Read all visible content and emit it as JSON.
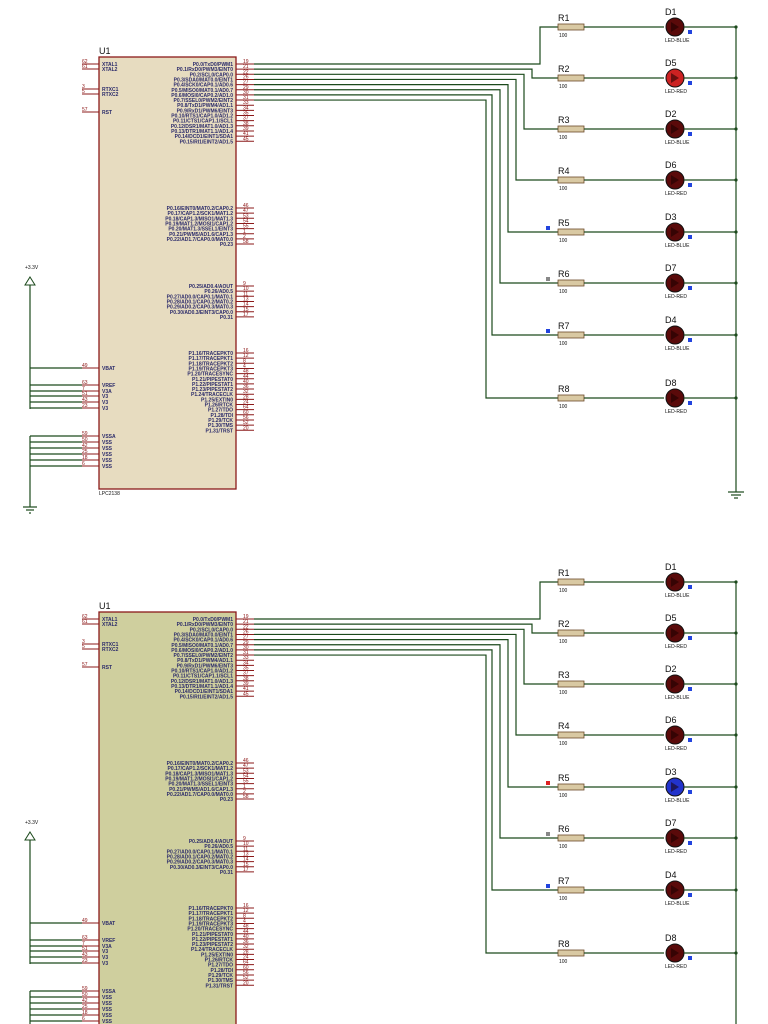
{
  "chip": {
    "ref": "U1",
    "part": "LPC2138",
    "left_pins": [
      {
        "name": "XTAL1",
        "num": "62"
      },
      {
        "name": "XTAL2",
        "num": "61"
      },
      {
        "name": "RTXC1",
        "num": "3"
      },
      {
        "name": "RTXC2",
        "num": "5"
      },
      {
        "name": "RST",
        "num": "57"
      },
      {
        "name": "VBAT",
        "num": "49"
      },
      {
        "name": "VREF",
        "num": "63"
      },
      {
        "name": "V3A",
        "num": "7"
      },
      {
        "name": "V3",
        "num": "51"
      },
      {
        "name": "V3",
        "num": "43"
      },
      {
        "name": "V3",
        "num": "23"
      },
      {
        "name": "VSSA",
        "num": "59"
      },
      {
        "name": "VSS",
        "num": "50"
      },
      {
        "name": "VSS",
        "num": "42"
      },
      {
        "name": "VSS",
        "num": "25"
      },
      {
        "name": "VSS",
        "num": "18"
      },
      {
        "name": "VSS",
        "num": "6"
      }
    ],
    "right_pins": [
      {
        "name": "P0.0/TxD0/PWM1",
        "num": "19"
      },
      {
        "name": "P0.1/RxD0/PWM3/EINT0",
        "num": "21"
      },
      {
        "name": "P0.2/SCL0/CAP0.0",
        "num": "22"
      },
      {
        "name": "P0.3/SDA0/MAT0.0/EINT1",
        "num": "26"
      },
      {
        "name": "P0.4/SCK0/CAP0.1/AD0.6",
        "num": "27"
      },
      {
        "name": "P0.5/MISO0/MAT0.1/AD0.7",
        "num": "29"
      },
      {
        "name": "P0.6/MOSI0/CAP0.2/AD1.0",
        "num": "30"
      },
      {
        "name": "P0.7/SSEL0/PWM2/EINT2",
        "num": "31"
      },
      {
        "name": "P0.8/TxD1/PWM4/AD1.1",
        "num": "33"
      },
      {
        "name": "P0.9/RxD1/PWM6/EINT3",
        "num": "34"
      },
      {
        "name": "P0.10/RTS1/CAP1.0/AD1.2",
        "num": "35"
      },
      {
        "name": "P0.11/CTS1/CAP1.1/SCL1",
        "num": "37"
      },
      {
        "name": "P0.12/DSR1/MAT1.0/AD1.3",
        "num": "38"
      },
      {
        "name": "P0.13/DTR1/MAT1.1/AD1.4",
        "num": "39"
      },
      {
        "name": "P0.14/DCD1/EINT1/SDA1",
        "num": "41"
      },
      {
        "name": "P0.15/RI1/EINT2/AD1.5",
        "num": "45"
      },
      {
        "name": "P0.16/EINT0/MAT0.2/CAP0.2",
        "num": "46"
      },
      {
        "name": "P0.17/CAP1.2/SCK1/MAT1.2",
        "num": "47"
      },
      {
        "name": "P0.18/CAP1.3/MISO1/MAT1.3",
        "num": "53"
      },
      {
        "name": "P0.19/MAT1.2/MOSI1/CAP1.2",
        "num": "54"
      },
      {
        "name": "P0.20/MAT1.3/SSEL1/EINT3",
        "num": "55"
      },
      {
        "name": "P0.21/PWM5/AD1.6/CAP1.3",
        "num": "1"
      },
      {
        "name": "P0.22/AD1.7/CAP0.0/MAT0.0",
        "num": "2"
      },
      {
        "name": "P0.23",
        "num": "58"
      },
      {
        "name": "P0.25/AD0.4/AOUT",
        "num": "9"
      },
      {
        "name": "P0.26/AD0.5",
        "num": "10"
      },
      {
        "name": "P0.27/AD0.0/CAP0.1/MAT0.1",
        "num": "11"
      },
      {
        "name": "P0.28/AD0.1/CAP0.2/MAT0.2",
        "num": "13"
      },
      {
        "name": "P0.29/AD0.2/CAP0.3/MAT0.3",
        "num": "14"
      },
      {
        "name": "P0.30/AD0.3/EINT3/CAP0.0",
        "num": "15"
      },
      {
        "name": "P0.31",
        "num": "17"
      },
      {
        "name": "P1.16/TRACEPKT0",
        "num": "16"
      },
      {
        "name": "P1.17/TRACEPKT1",
        "num": "12"
      },
      {
        "name": "P1.18/TRACEPKT2",
        "num": "8"
      },
      {
        "name": "P1.19/TRACEPKT3",
        "num": "4"
      },
      {
        "name": "P1.20/TRACESYNC",
        "num": "48"
      },
      {
        "name": "P1.21/PIPESTAT0",
        "num": "44"
      },
      {
        "name": "P1.22/PIPESTAT1",
        "num": "40"
      },
      {
        "name": "P1.23/PIPESTAT2",
        "num": "36"
      },
      {
        "name": "P1.24/TRACECLK",
        "num": "32"
      },
      {
        "name": "P1.25/EXTIN0",
        "num": "28"
      },
      {
        "name": "P1.26/RTCK",
        "num": "24"
      },
      {
        "name": "P1.27/TDO",
        "num": "64"
      },
      {
        "name": "P1.28/TDI",
        "num": "60"
      },
      {
        "name": "P1.29/TCK",
        "num": "56"
      },
      {
        "name": "P1.30/TMS",
        "num": "52"
      },
      {
        "name": "P1.31/TRST",
        "num": "20"
      }
    ]
  },
  "power_label": "+3.3V",
  "resistors": [
    {
      "ref": "R1",
      "value": "100"
    },
    {
      "ref": "R2",
      "value": "100"
    },
    {
      "ref": "R3",
      "value": "100"
    },
    {
      "ref": "R4",
      "value": "100"
    },
    {
      "ref": "R5",
      "value": "100"
    },
    {
      "ref": "R6",
      "value": "100"
    },
    {
      "ref": "R7",
      "value": "100"
    },
    {
      "ref": "R8",
      "value": "100"
    }
  ],
  "leds": [
    {
      "ref": "D1",
      "type": "LED-BLUE"
    },
    {
      "ref": "D5",
      "type": "LED-RED"
    },
    {
      "ref": "D2",
      "type": "LED-BLUE"
    },
    {
      "ref": "D6",
      "type": "LED-RED"
    },
    {
      "ref": "D3",
      "type": "LED-BLUE"
    },
    {
      "ref": "D7",
      "type": "LED-RED"
    },
    {
      "ref": "D4",
      "type": "LED-BLUE"
    },
    {
      "ref": "D8",
      "type": "LED-RED"
    }
  ],
  "panels": [
    {
      "name": "top",
      "chip_fill": "#e7dcc0",
      "lit_led": "D5",
      "lit_color": "#cc2222",
      "marker_colors": [
        "#2244dd",
        "#888888",
        "#2244dd"
      ]
    },
    {
      "name": "bottom",
      "chip_fill": "#cfcf9e",
      "lit_led": "D3",
      "lit_color": "#2233cc",
      "marker_colors": [
        "#dd2222",
        "#888888",
        "#2244dd"
      ]
    }
  ],
  "colors": {
    "wire": "#1c4a1c",
    "chip_border": "#8b1a1a",
    "led_off": "#5a0a0a",
    "resistor": "#d9c9a3"
  }
}
